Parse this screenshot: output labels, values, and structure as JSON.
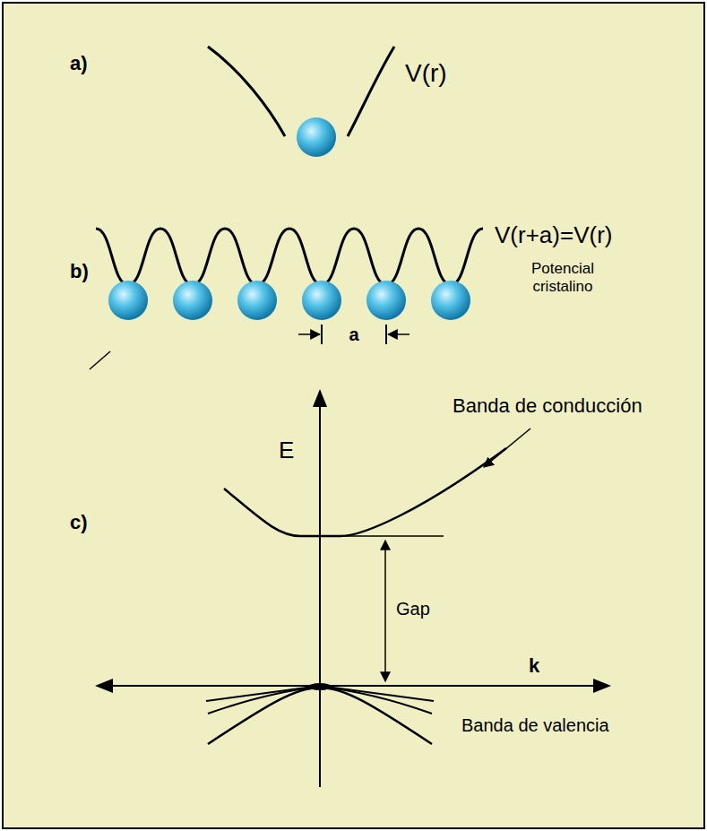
{
  "diagram": {
    "labels": [
      "a)",
      "V(r)",
      "b)",
      "V(r+a)=V(r)",
      "Potencial cristalino",
      "a",
      "c)",
      "E",
      "Banda de conducción",
      "Gap",
      "k",
      "Banda de valencia"
    ]
  }
}
